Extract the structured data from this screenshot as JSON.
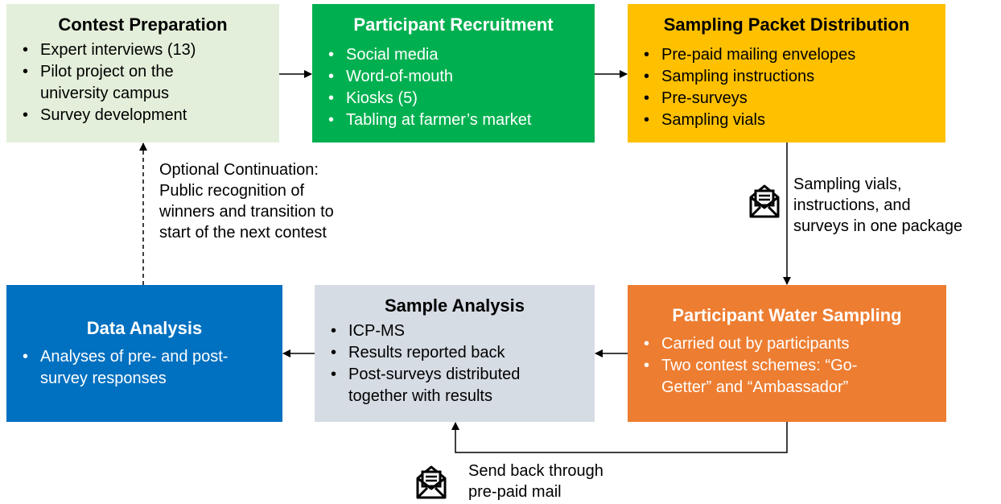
{
  "boxes": {
    "contest_preparation": {
      "title": "Contest Preparation",
      "items": [
        "Expert interviews (13)",
        "Pilot project on the",
        "university campus",
        "Survey development"
      ]
    },
    "participant_recruitment": {
      "title": "Participant Recruitment",
      "items": [
        "Social media",
        "Word-of-mouth",
        "Kiosks (5)",
        "Tabling at farmer’s market"
      ]
    },
    "sampling_packet_distribution": {
      "title": "Sampling Packet Distribution",
      "items": [
        "Pre-paid mailing envelopes",
        "Sampling instructions",
        "Pre-surveys",
        "Sampling vials"
      ]
    },
    "data_analysis": {
      "title": "Data Analysis",
      "items": [
        "Analyses of pre- and post-",
        "survey responses"
      ]
    },
    "sample_analysis": {
      "title": "Sample Analysis",
      "items": [
        "ICP-MS",
        "Results reported back",
        "Post-surveys distributed",
        "together with results"
      ]
    },
    "participant_water_sampling": {
      "title": "Participant Water Sampling",
      "items": [
        "Carried out by participants",
        "Two contest schemes: “Go-",
        "Getter” and “Ambassador”"
      ]
    }
  },
  "notes": {
    "continuation": [
      "Optional Continuation:",
      "Public recognition of",
      "winners and transition to",
      "start of the next contest"
    ],
    "package": [
      "Sampling vials,",
      "instructions, and",
      "surveys in one package"
    ],
    "mail": [
      "Send back through",
      "pre-paid mail"
    ]
  },
  "icons": {
    "package_icon": "mail-envelope-icon",
    "return_mail_icon": "mail-envelope-icon"
  },
  "colors": {
    "contest_preparation": "#e3efda",
    "participant_recruitment": "#00b050",
    "sampling_packet_distribution": "#ffc000",
    "data_analysis": "#0070c0",
    "sample_analysis": "#d6dce4",
    "participant_water_sampling": "#ed7d31"
  }
}
